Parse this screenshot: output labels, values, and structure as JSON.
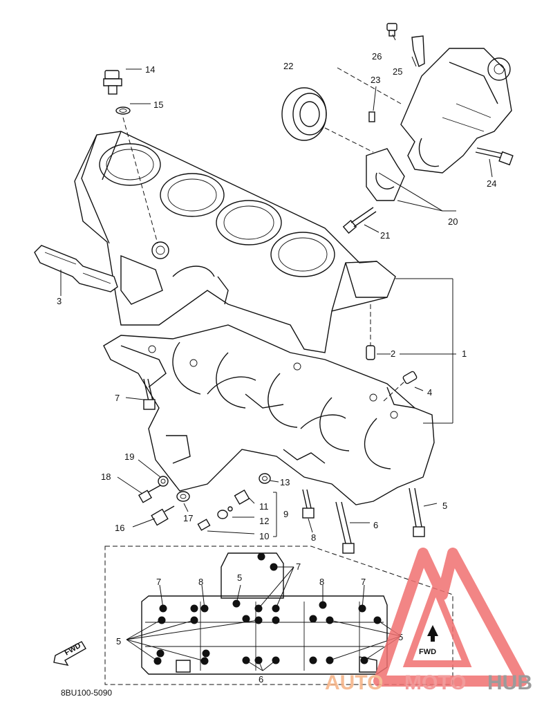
{
  "diagram": {
    "drawing_code": "8BU100-5090",
    "fwd_label": "FWD",
    "callouts": [
      {
        "id": "c1",
        "text": "1"
      },
      {
        "id": "c2",
        "text": "2"
      },
      {
        "id": "c3",
        "text": "3"
      },
      {
        "id": "c4",
        "text": "4"
      },
      {
        "id": "c5a",
        "text": "5"
      },
      {
        "id": "c6",
        "text": "6"
      },
      {
        "id": "c7a",
        "text": "7"
      },
      {
        "id": "c8",
        "text": "8"
      },
      {
        "id": "c9",
        "text": "9"
      },
      {
        "id": "c10",
        "text": "10"
      },
      {
        "id": "c11",
        "text": "11"
      },
      {
        "id": "c12",
        "text": "12"
      },
      {
        "id": "c13",
        "text": "13"
      },
      {
        "id": "c14",
        "text": "14"
      },
      {
        "id": "c15",
        "text": "15"
      },
      {
        "id": "c16",
        "text": "16"
      },
      {
        "id": "c17",
        "text": "17"
      },
      {
        "id": "c18",
        "text": "18"
      },
      {
        "id": "c19",
        "text": "19"
      },
      {
        "id": "c20",
        "text": "20"
      },
      {
        "id": "c21",
        "text": "21"
      },
      {
        "id": "c22",
        "text": "22"
      },
      {
        "id": "c23",
        "text": "23"
      },
      {
        "id": "c24",
        "text": "24"
      },
      {
        "id": "c25",
        "text": "25"
      },
      {
        "id": "c26",
        "text": "26"
      }
    ],
    "detail_callouts": {
      "b5_left": "5",
      "b5_top": "5",
      "b5_right": "5",
      "b6": "6",
      "b7_left": "7",
      "b7_top": "7",
      "b7_right": "7",
      "b8_left": "8",
      "b8_right": "8"
    }
  },
  "watermark": {
    "part1": "AUTO",
    "part2": "MOTO",
    "part3": "HUB",
    "colors": {
      "auto": "#f5b183",
      "moto": "#f08a8a",
      "hub": "#8a8a8a",
      "triangle": "#f07070"
    }
  }
}
